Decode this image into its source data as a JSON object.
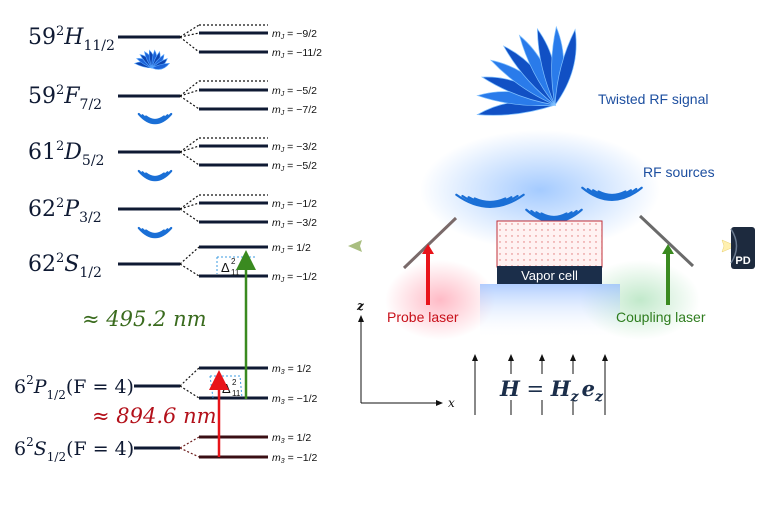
{
  "energy_levels": [
    {
      "id": "h",
      "main": "59",
      "sup": "2",
      "letter": "H",
      "sub": "11/2",
      "sublevels": [
        "m_J = −9/2",
        "m_J = −11/2"
      ],
      "dotted_top": true
    },
    {
      "id": "f",
      "main": "59",
      "sup": "2",
      "letter": "F",
      "sub": "7/2",
      "sublevels": [
        "m_J = −5/2",
        "m_J = −7/2"
      ],
      "dotted_top": true
    },
    {
      "id": "d",
      "main": "61",
      "sup": "2",
      "letter": "D",
      "sub": "5/2",
      "sublevels": [
        "m_J = −3/2",
        "m_J = −5/2"
      ],
      "dotted_top": true
    },
    {
      "id": "p",
      "main": "62",
      "sup": "2",
      "letter": "P",
      "sub": "3/2",
      "sublevels": [
        "m_J = −1/2",
        "m_J = −3/2"
      ],
      "dotted_top": true
    },
    {
      "id": "s",
      "main": "62",
      "sup": "2",
      "letter": "S",
      "sub": "1/2",
      "sublevels": [
        "m_J = 1/2",
        "m_J = −1/2"
      ],
      "dotted_top": false
    },
    {
      "id": "p6",
      "main": "6",
      "sup": "2",
      "letter": "P",
      "sub": "1/2",
      "suffix": "(F = 4)",
      "sublevels": [
        "m_3 = 1/2",
        "m_3 = −1/2"
      ],
      "dotted_top": false
    },
    {
      "id": "s6",
      "main": "6",
      "sup": "2",
      "letter": "S",
      "sub": "1/2",
      "suffix": "(F = 4)",
      "sublevels": [
        "m_3 = 1/2",
        "m_3 = −1/2"
      ],
      "dotted_top": false
    }
  ],
  "detuning_label": {
    "base": "Δ",
    "sup": "2",
    "sub": "11"
  },
  "wavelengths": {
    "coupling": "≈ 495.2 nm",
    "probe": "≈ 894.6 nm"
  },
  "setup": {
    "twisted_label": "Twisted RF signal",
    "sources_label": "RF sources",
    "vapor_cell_label": "Vapor cell",
    "probe_label": "Probe laser",
    "coupling_label": "Coupling laser",
    "detector_label": "PD",
    "axis_z": "z",
    "axis_x": "x",
    "field_eq": {
      "lhs": "H",
      "eq": " = ",
      "rhs_base": "H",
      "rhs_sub": "z",
      "vec": "e",
      "vec_sub": "z"
    }
  },
  "colors": {
    "level": "#0f1a33",
    "coupling": "#3a8a20",
    "probe": "#e8141a",
    "rf_blue": "#1a6fd6",
    "dark_text": "#0f1a33",
    "twisted_text": "#1d4fa0",
    "coupling_text": "#2e7d1e",
    "probe_text": "#c8101a",
    "wl_green": "#3a6b1e",
    "wl_red": "#b3101a"
  }
}
